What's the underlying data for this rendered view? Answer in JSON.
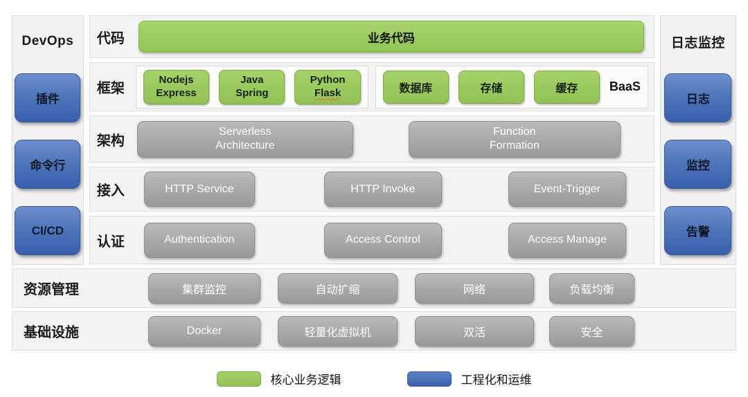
{
  "left_panel": {
    "title": "DevOps",
    "items": [
      {
        "label": "插件"
      },
      {
        "label": "命令行"
      },
      {
        "label": "CI/CD"
      }
    ]
  },
  "right_panel": {
    "title": "日志监控",
    "items": [
      {
        "label": "日志"
      },
      {
        "label": "监控"
      },
      {
        "label": "告警"
      }
    ]
  },
  "stack": {
    "code_row": {
      "label": "代码",
      "box": "业务代码"
    },
    "framework_row": {
      "label": "框架",
      "frameworks": [
        {
          "line1": "Nodejs",
          "line2": "Express"
        },
        {
          "line1": "Java",
          "line2": "Spring"
        },
        {
          "line1": "Python",
          "line2": "Flask"
        }
      ],
      "baas": {
        "items": [
          "数据库",
          "存储",
          "缓存"
        ],
        "label": "BaaS"
      }
    },
    "architecture_row": {
      "label": "架构",
      "boxes": [
        "Serverless\nArchitecture",
        "Function\nFormation"
      ]
    },
    "access_row": {
      "label": "接入",
      "boxes": [
        "HTTP Service",
        "HTTP Invoke",
        "Event-Trigger"
      ]
    },
    "auth_row": {
      "label": "认证",
      "boxes": [
        "Authentication",
        "Access Control",
        "Access Manage"
      ]
    }
  },
  "resource_row": {
    "label": "资源管理",
    "boxes": [
      "集群监控",
      "自动扩缩",
      "网络",
      "负载均衡"
    ]
  },
  "infra_row": {
    "label": "基础设施",
    "boxes": [
      "Docker",
      "轻量化虚拟机",
      "双活",
      "安全"
    ]
  },
  "legend": {
    "items": [
      {
        "swatch": "green",
        "label": "核心业务逻辑"
      },
      {
        "swatch": "blue",
        "label": "工程化和运维"
      }
    ]
  },
  "colors": {
    "green": "#9bcb5f",
    "blue": "#4a71b8",
    "gray": "#a6a6a6",
    "panel": "#f3f3f3"
  }
}
